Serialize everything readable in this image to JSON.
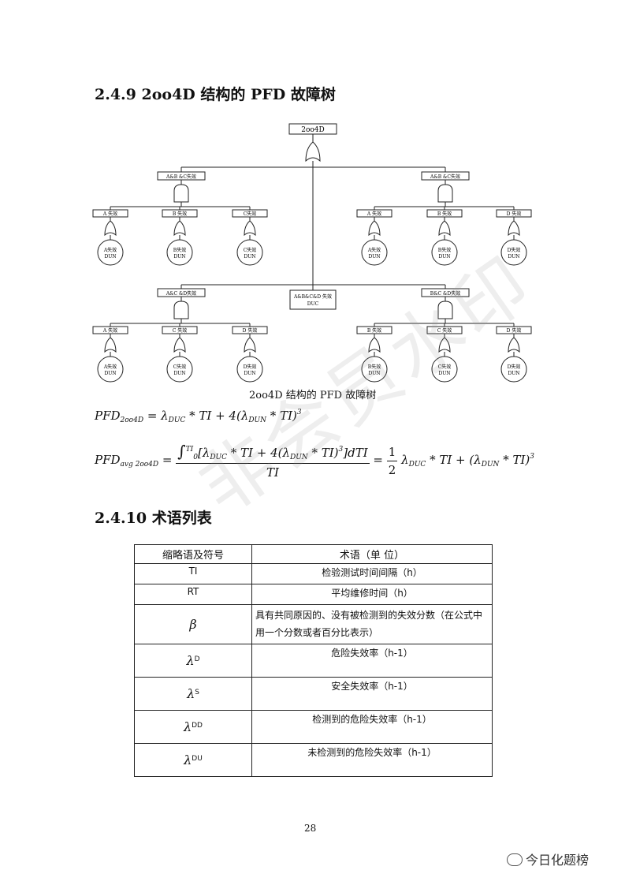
{
  "headings": {
    "section_249": "2.4.9 2oo4D 结构的 PFD 故障树",
    "section_2410": "2.4.10 术语列表"
  },
  "tree": {
    "top": "2oo4D",
    "mid_left_top": "A&B &C失效",
    "mid_right_top": "A&B &C失效",
    "mid_left_bottom": "A&C &D失效",
    "mid_right_bottom": "B&C &D失效",
    "center_box_line1": "A&B&C&D 失效",
    "center_box_line2": "DUC",
    "leaves_row1": [
      "A 失效",
      "B 失效",
      "C失效",
      "A 失效",
      "B 失效",
      "D 失效"
    ],
    "circles_row1": [
      [
        "A失效",
        "DUN"
      ],
      [
        "B失效",
        "DUN"
      ],
      [
        "C失效",
        "DUN"
      ],
      [
        "A失效",
        "DUN"
      ],
      [
        "B失效",
        "DUN"
      ],
      [
        "D失效",
        "DUN"
      ]
    ],
    "leaves_row2": [
      "A 失效",
      "C 失效",
      "D 失效",
      "B 失效",
      "C 失效",
      "D 失效"
    ],
    "circles_row2": [
      [
        "A失效",
        "DUN"
      ],
      [
        "C失效",
        "DUN"
      ],
      [
        "D失效",
        "DUN"
      ],
      [
        "B失效",
        "DUN"
      ],
      [
        "C失效",
        "DUN"
      ],
      [
        "D失效",
        "DUN"
      ]
    ],
    "caption": "2oo4D 结构的 PFD 故障树"
  },
  "formulas": {
    "f1_lhs": "PFD",
    "f1_lhs_sub": "2oo4D",
    "f1_rhs_a": "= λ",
    "f1_rhs_a_sub": "DUC",
    "f1_rhs_b": " * TI + 4(λ",
    "f1_rhs_b_sub": "DUN",
    "f1_rhs_c": " * TI)",
    "f1_rhs_c_sup": "3",
    "f2_lhs": "PFD",
    "f2_lhs_sub": "avg 2oo4D",
    "f2_eq": "=",
    "f2_num_int": "∫",
    "f2_num_int_upper": "TI",
    "f2_num_int_lower": "0",
    "f2_num_body": "[λ",
    "f2_num_sub1": "DUC",
    "f2_num_mid": " * TI + 4(λ",
    "f2_num_sub2": "DUN",
    "f2_num_end": " * TI)",
    "f2_num_sup": "3",
    "f2_num_tail": "]dTI",
    "f2_den": "TI",
    "f2_eq2": "=",
    "f2_half_num": "1",
    "f2_half_den": "2",
    "f2_rhs_a": "λ",
    "f2_rhs_a_sub": "DUC",
    "f2_rhs_b": " * TI + (λ",
    "f2_rhs_b_sub": "DUN",
    "f2_rhs_c": " * TI)",
    "f2_rhs_c_sup": "3"
  },
  "terms_table": {
    "headers": [
      "缩略语及符号",
      "术语（单  位）"
    ],
    "rows": [
      {
        "symbol": "TI",
        "sup": "",
        "term": "检验测试时间间隔（h）"
      },
      {
        "symbol": "RT",
        "sup": "",
        "term": "平均维修时间（h）"
      },
      {
        "symbol": "β",
        "sup": "",
        "term": "具有共同原因的、没有被检测到的失效分数（在公式中用一个分数或者百分比表示）"
      },
      {
        "symbol": "λ",
        "sup": "D",
        "term": "危险失效率（h-1）"
      },
      {
        "symbol": "λ",
        "sup": "S",
        "term": "安全失效率（h-1）"
      },
      {
        "symbol": "λ",
        "sup": "DD",
        "term": "检测到的危险失效率（h-1）"
      },
      {
        "symbol": "λ",
        "sup": "DU",
        "term": "未检测到的危险失效率（h-1）"
      }
    ]
  },
  "watermark": "非会员水印",
  "page_number": "28",
  "wechat_label": "今日化题榜"
}
